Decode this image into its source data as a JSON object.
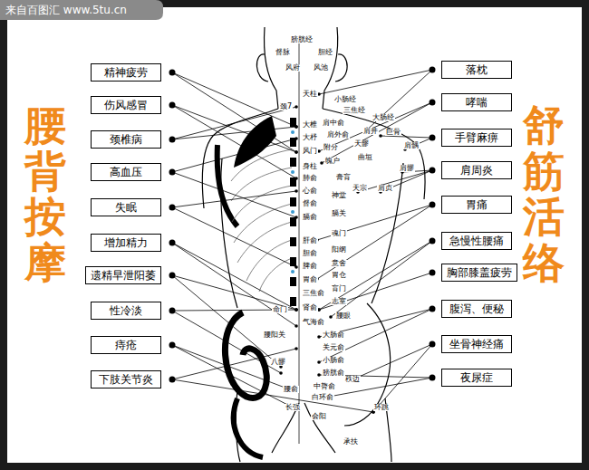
{
  "diagram": {
    "nodes": [
      {
        "text": [
          "精神疲劳"
        ]
      },
      {
        "text": [
          "伤风感冒"
        ]
      },
      {
        "text": [
          "颈椎病"
        ]
      },
      {
        "text": [
          "高血压"
        ]
      },
      {
        "text": [
          "失眠"
        ]
      },
      {
        "text": [
          "增加精力"
        ]
      },
      {
        "text": [
          "遗精早泄阳萎"
        ]
      },
      {
        "text": [
          "性冷淡"
        ]
      },
      {
        "text": [
          "痔疮"
        ]
      },
      {
        "text": [
          "下肢关节炎"
        ]
      },
      {
        "text": [
          "落枕"
        ]
      },
      {
        "text": [
          "哮喘"
        ]
      },
      {
        "text": [
          "手臂麻痹"
        ]
      },
      {
        "text": [
          "肩周炎"
        ]
      },
      {
        "text": [
          "胃痛"
        ]
      },
      {
        "text": [
          "急慢性腰痛"
        ]
      },
      {
        "text": [
          "胸部膝盖疲劳"
        ]
      },
      {
        "text": [
          "腹泻、便秘"
        ]
      },
      {
        "text": [
          "坐骨神经痛"
        ]
      },
      {
        "text": [
          "夜尿症"
        ]
      }
    ],
    "labels": [
      "来自百图汇 www.5tu.cn",
      "腰背按摩",
      "舒筋活络",
      "膀胱经",
      "督脉",
      "胆经",
      "风府",
      "风池",
      "天柱",
      "颈7",
      "小肠经",
      "三焦经",
      "大肠经",
      "大椎",
      "肩中俞",
      "肩外俞",
      "肩井",
      "巨骨",
      "大杼",
      "附分",
      "天髎",
      "曲垣",
      "风门",
      "魄户",
      "肩髃",
      "肩髎",
      "身柱",
      "肺俞",
      "膏肓",
      "天宗",
      "肩贞",
      "心俞",
      "督俞",
      "神堂",
      "膈俞",
      "膈关",
      "魂门",
      "肝俞",
      "阳纲",
      "胆俞",
      "意舍",
      "脾俞",
      "胃仓",
      "胃俞",
      "肓门",
      "三焦俞",
      "志室",
      "肾俞",
      "腰眼",
      "气海俞",
      "命门",
      "大肠俞",
      "腰阳关",
      "关元俞",
      "小肠俞",
      "膀胱俞",
      "秩边",
      "八髎",
      "中膂俞",
      "白环俞",
      "腰俞",
      "环跳",
      "长强",
      "会阳",
      "承扶"
    ]
  }
}
